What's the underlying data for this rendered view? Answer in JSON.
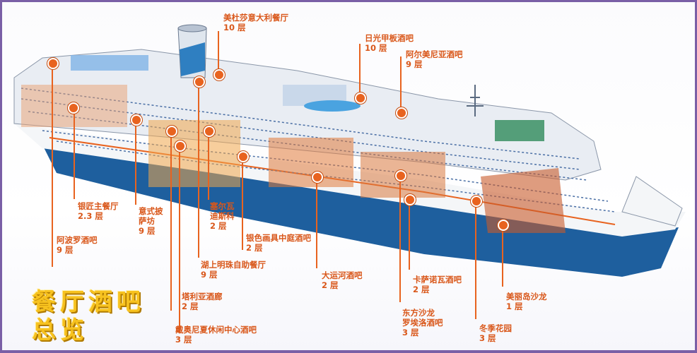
{
  "title": {
    "line1": "餐厅酒吧",
    "line2": "总览"
  },
  "colors": {
    "accent": "#e8631f",
    "title": "#f7c21f",
    "hull": "#1e5f9e",
    "frame": "#7a5fa6"
  },
  "labels": [
    {
      "id": "meidu",
      "name": "美杜莎意大利餐厅",
      "deck": "10 层"
    },
    {
      "id": "rigunag",
      "name": "日光甲板酒吧",
      "deck": "10 层"
    },
    {
      "id": "armani",
      "name": "阿尔美尼亚酒吧",
      "deck": "9 层"
    },
    {
      "id": "yinjiang",
      "name": "银匠主餐厅",
      "deck": "2.3 层"
    },
    {
      "id": "pizza",
      "name": "意式披\n萨坊",
      "deck": "9 层"
    },
    {
      "id": "abolo",
      "name": "阿波罗酒吧",
      "deck": "9 层"
    },
    {
      "id": "saier",
      "name": "塞尔瓦\n迪斯科",
      "deck": "2 层"
    },
    {
      "id": "yinse",
      "name": "银色画具中庭酒吧",
      "deck": "2 层"
    },
    {
      "id": "mingzhu",
      "name": "湖上明珠自助餐厅",
      "deck": "9 层"
    },
    {
      "id": "tali",
      "name": "塔利亚酒廊",
      "deck": "2 层"
    },
    {
      "id": "daiao",
      "name": "戴奥尼夏休闲中心酒吧",
      "deck": "3 层"
    },
    {
      "id": "dayunhe",
      "name": "大运河酒吧",
      "deck": "2 层"
    },
    {
      "id": "kasa",
      "name": "卡萨诺瓦酒吧",
      "deck": "2 层"
    },
    {
      "id": "dongfang",
      "name": "东方沙龙\n罗埃洛酒吧",
      "deck": "3 层"
    },
    {
      "id": "meili",
      "name": "美丽岛沙龙",
      "deck": "1 层"
    },
    {
      "id": "dongji",
      "name": "冬季花园",
      "deck": "3 层"
    }
  ]
}
